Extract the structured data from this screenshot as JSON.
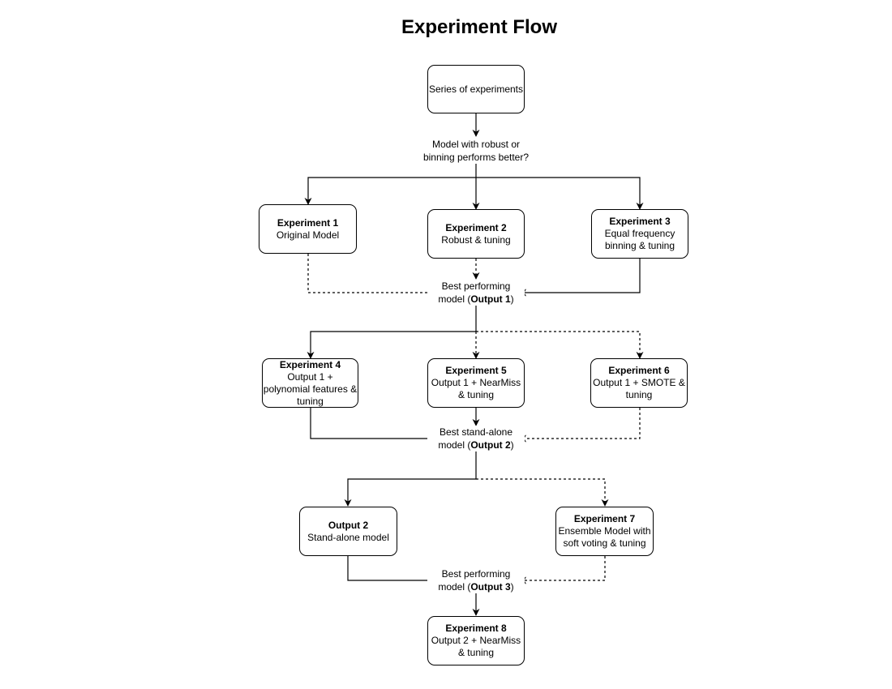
{
  "title": "Experiment Flow",
  "start": {
    "text": "Series of experiments"
  },
  "question": {
    "line1": "Model with robust or",
    "line2": "binning performs better?"
  },
  "exp1": {
    "name": "Experiment 1",
    "desc": "Original Model"
  },
  "exp2": {
    "name": "Experiment 2",
    "desc": "Robust & tuning"
  },
  "exp3": {
    "name": "Experiment 3",
    "desc1": "Equal frequency",
    "desc2": "binning & tuning"
  },
  "merge1": {
    "line1": "Best performing",
    "pre": "model (",
    "bold": "Output 1",
    "post": ")"
  },
  "exp4": {
    "name": "Experiment 4",
    "desc1": "Output 1 +",
    "desc2": "polynomial features &",
    "desc3": "tuning"
  },
  "exp5": {
    "name": "Experiment 5",
    "desc1": "Output 1 + NearMiss",
    "desc2": "& tuning"
  },
  "exp6": {
    "name": "Experiment 6",
    "desc1": "Output 1 + SMOTE &",
    "desc2": "tuning"
  },
  "merge2": {
    "line1": "Best stand-alone",
    "pre": "model (",
    "bold": "Output 2",
    "post": ")"
  },
  "out2": {
    "name": "Output 2",
    "desc": "Stand-alone model"
  },
  "exp7": {
    "name": "Experiment 7",
    "desc1": "Ensemble Model with",
    "desc2": "soft voting & tuning"
  },
  "merge3": {
    "line1": "Best performing",
    "pre": "model (",
    "bold": "Output 3",
    "post": ")"
  },
  "exp8": {
    "name": "Experiment 8",
    "desc1": "Output 2 + NearMiss",
    "desc2": "& tuning"
  }
}
